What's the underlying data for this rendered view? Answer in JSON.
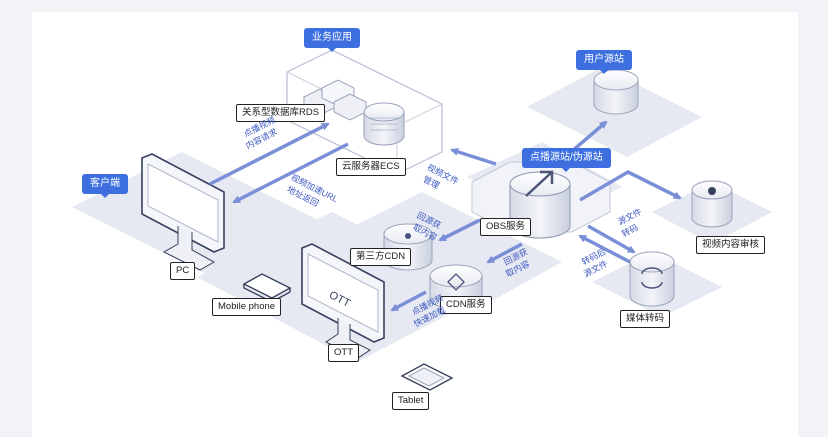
{
  "zones": {
    "business_apps": "业务应用",
    "user_origin": "用户源站",
    "client_end": "客户端",
    "vod_origin": "点播源站/伪源站"
  },
  "nodes": {
    "rds": "关系型数据库RDS",
    "ecs": "云服务器ECS",
    "obs": "OBS服务",
    "cdn3": "第三方CDN",
    "cdn": "CDN服务",
    "transcode": "媒体转码",
    "moderation": "视频内容审核",
    "pc": "PC",
    "mobile": "Mobile phone",
    "ott": "OTT",
    "tablet": "Tablet"
  },
  "flows": {
    "f1a": "点播视频",
    "f1b": "内容请求",
    "f2a": "视频加速URL",
    "f2b": "地址返回",
    "f3a": "视频文件",
    "f3b": "管理",
    "f4a": "回源获",
    "f4b": "取内容",
    "f5a": "回源获",
    "f5b": "取内容",
    "f6a": "源文件",
    "f6b": "转码",
    "f7a": "转码后",
    "f7b": "源文件",
    "f8a": "点播视频",
    "f8b": "快速加载"
  },
  "ott_screen_text": "OTT",
  "colors": {
    "accent": "#3d6fe0",
    "arrow": "#7b8fd8",
    "zone_fill": "#e6e9f2",
    "flow_text": "#3d58c2"
  }
}
